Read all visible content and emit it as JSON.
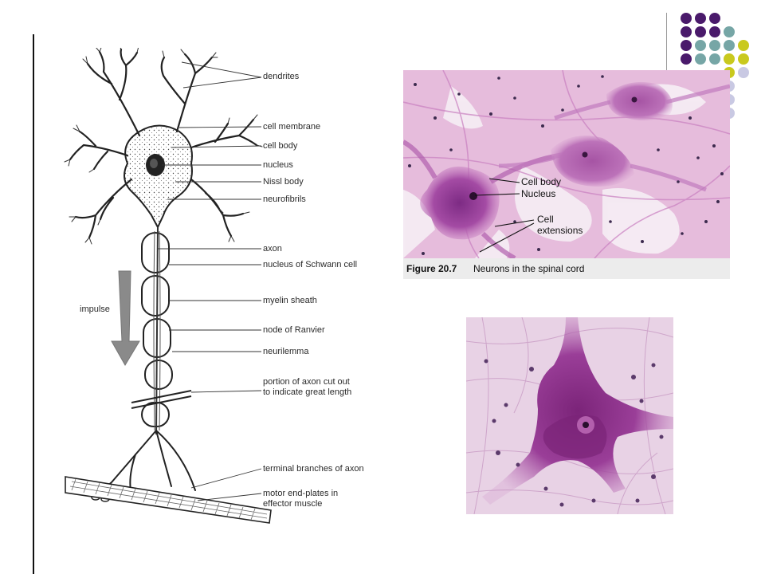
{
  "colors": {
    "purple_dot": "#4a1a6b",
    "teal_dot": "#76a6a6",
    "olive_dot": "#c9c91e",
    "lavender_dot": "#c9c9e3",
    "stain_pink": "#e3b6d8",
    "stain_purple": "#9c3f9a",
    "nucleus_dark": "#2a0f2e"
  },
  "neuron_diagram": {
    "labels": {
      "dendrites": "dendrites",
      "cell_membrane": "cell membrane",
      "cell_body": "cell body",
      "nucleus": "nucleus",
      "nissl_body": "Nissl body",
      "neurofibrils": "neurofibrils",
      "axon": "axon",
      "nucleus_schwann": "nucleus of Schwann cell",
      "myelin_sheath": "myelin sheath",
      "node_ranvier": "node of Ranvier",
      "neurilemma": "neurilemma",
      "portion_cut_1": "portion of axon cut out",
      "portion_cut_2": "to indicate great length",
      "terminal_branches": "terminal branches of axon",
      "motor_end_1": "motor end-plates in",
      "motor_end_2": "effector muscle",
      "impulse": "impulse"
    }
  },
  "micrograph_1": {
    "labels": {
      "cell_body": "Cell body",
      "nucleus": "Nucleus",
      "cell_ext_1": "Cell",
      "cell_ext_2": "extensions"
    },
    "caption": {
      "number": "Figure 20.7",
      "text": "Neurons in the spinal cord"
    }
  }
}
